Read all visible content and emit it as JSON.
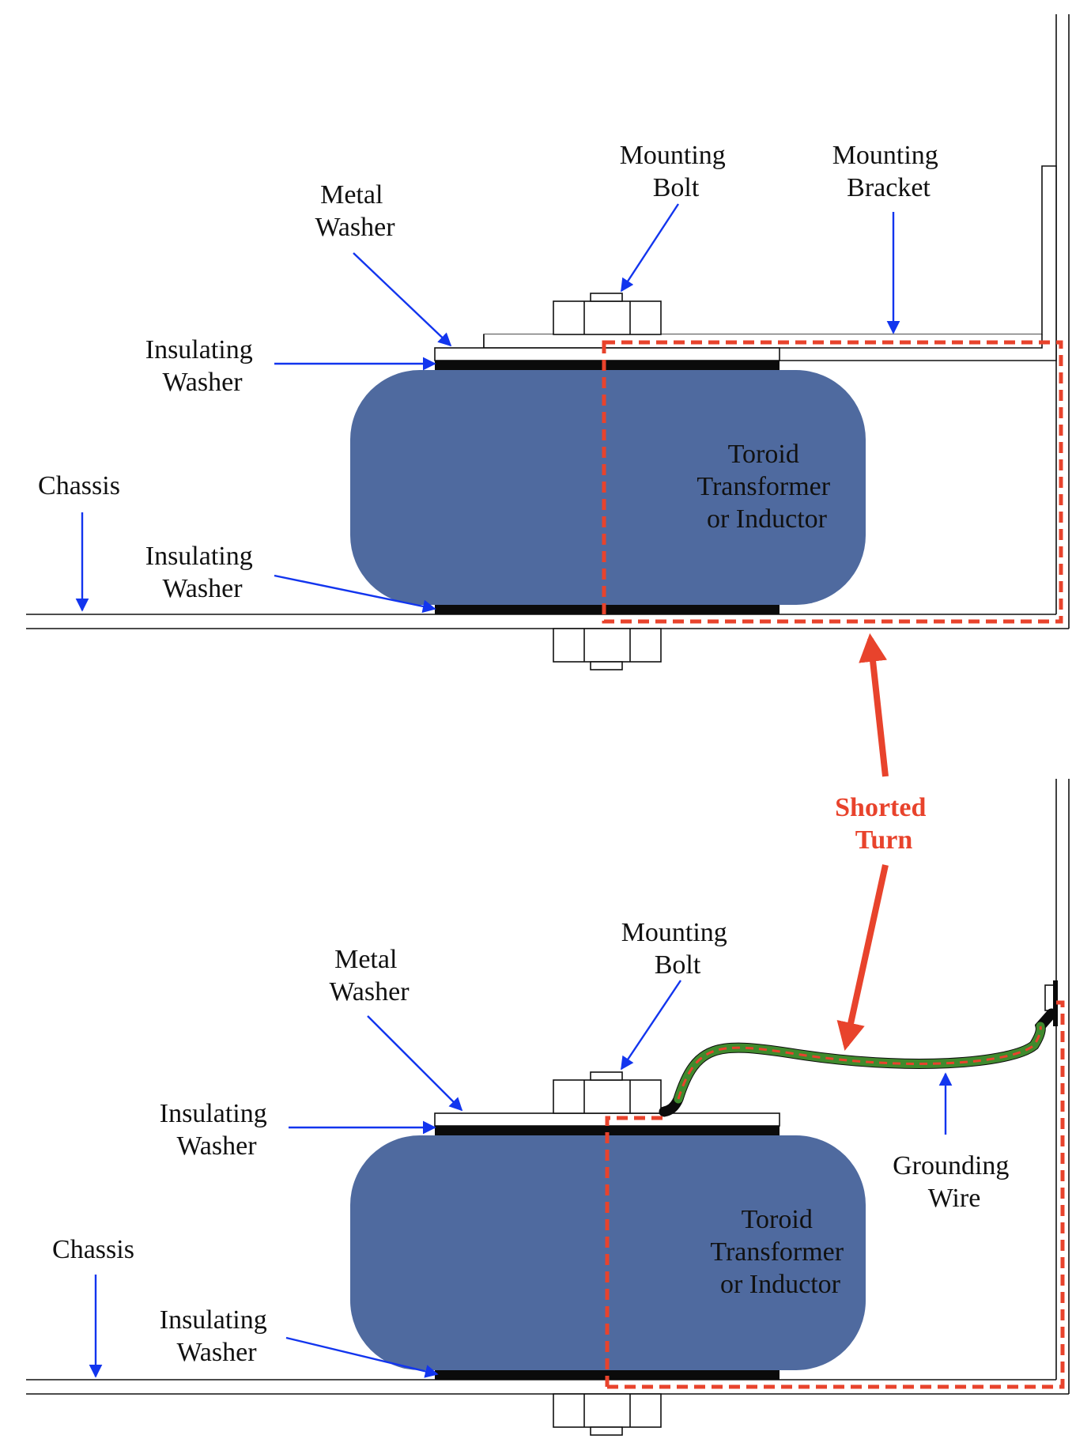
{
  "colors": {
    "toroid_fill": "#4f6a9f",
    "insulator": "#0b0b0b",
    "pointer_arrow": "#1235ee",
    "shorted_turn": "#e8432c",
    "ground_wire": "#3f8a2d"
  },
  "top_panel": {
    "labels": {
      "mounting_bolt": [
        "Mounting",
        "Bolt"
      ],
      "mounting_bracket": [
        "Mounting",
        "Bracket"
      ],
      "metal_washer": [
        "Metal",
        "Washer"
      ],
      "insulating_washer_top": [
        "Insulating",
        "Washer"
      ],
      "chassis": "Chassis",
      "insulating_washer_bottom": [
        "Insulating",
        "Washer"
      ],
      "toroid": [
        "Toroid",
        "Transformer",
        "or Inductor"
      ]
    }
  },
  "shorted_turn": [
    "Shorted",
    "Turn"
  ],
  "bottom_panel": {
    "labels": {
      "mounting_bolt": [
        "Mounting",
        "Bolt"
      ],
      "metal_washer": [
        "Metal",
        "Washer"
      ],
      "insulating_washer_top": [
        "Insulating",
        "Washer"
      ],
      "chassis": "Chassis",
      "insulating_washer_bottom": [
        "Insulating",
        "Washer"
      ],
      "toroid": [
        "Toroid",
        "Transformer",
        "or Inductor"
      ],
      "grounding_wire": [
        "Grounding",
        "Wire"
      ]
    }
  }
}
